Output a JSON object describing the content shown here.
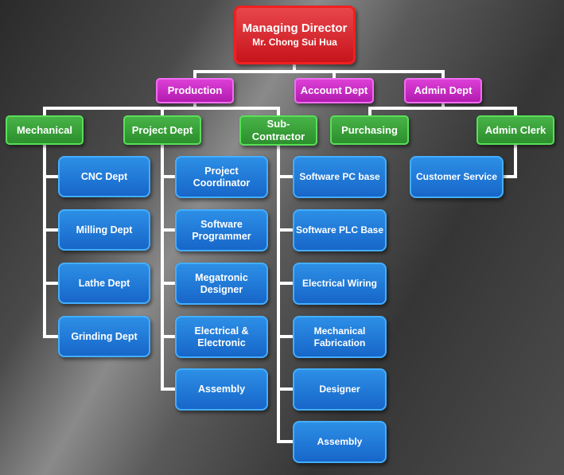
{
  "chart": {
    "director": {
      "title": "Managing Director",
      "name": "Mr. Chong Sui Hua"
    },
    "level2": {
      "production": "Production",
      "account": "Account Dept",
      "admin": "Admin Dept"
    },
    "level3": {
      "mechanical": "Mechanical",
      "project": "Project Dept",
      "subcontractor": "Sub-\nContractor",
      "purchasing": "Purchasing",
      "admin_clerk": "Admin Clerk"
    },
    "mechanical_children": [
      "CNC Dept",
      "Milling Dept",
      "Lathe Dept",
      "Grinding Dept"
    ],
    "project_children": [
      "Project\nCoordinator",
      "Software\nProgrammer",
      "Megatronic\nDesigner",
      "Electrical &\nElectronic",
      "Assembly"
    ],
    "subcontractor_children": [
      "Software PC base",
      "Software PLC Base",
      "Electrical Wiring",
      "Mechanical\nFabrication",
      "Designer",
      "Assembly"
    ],
    "admin_clerk_children": [
      "Customer Service"
    ]
  }
}
